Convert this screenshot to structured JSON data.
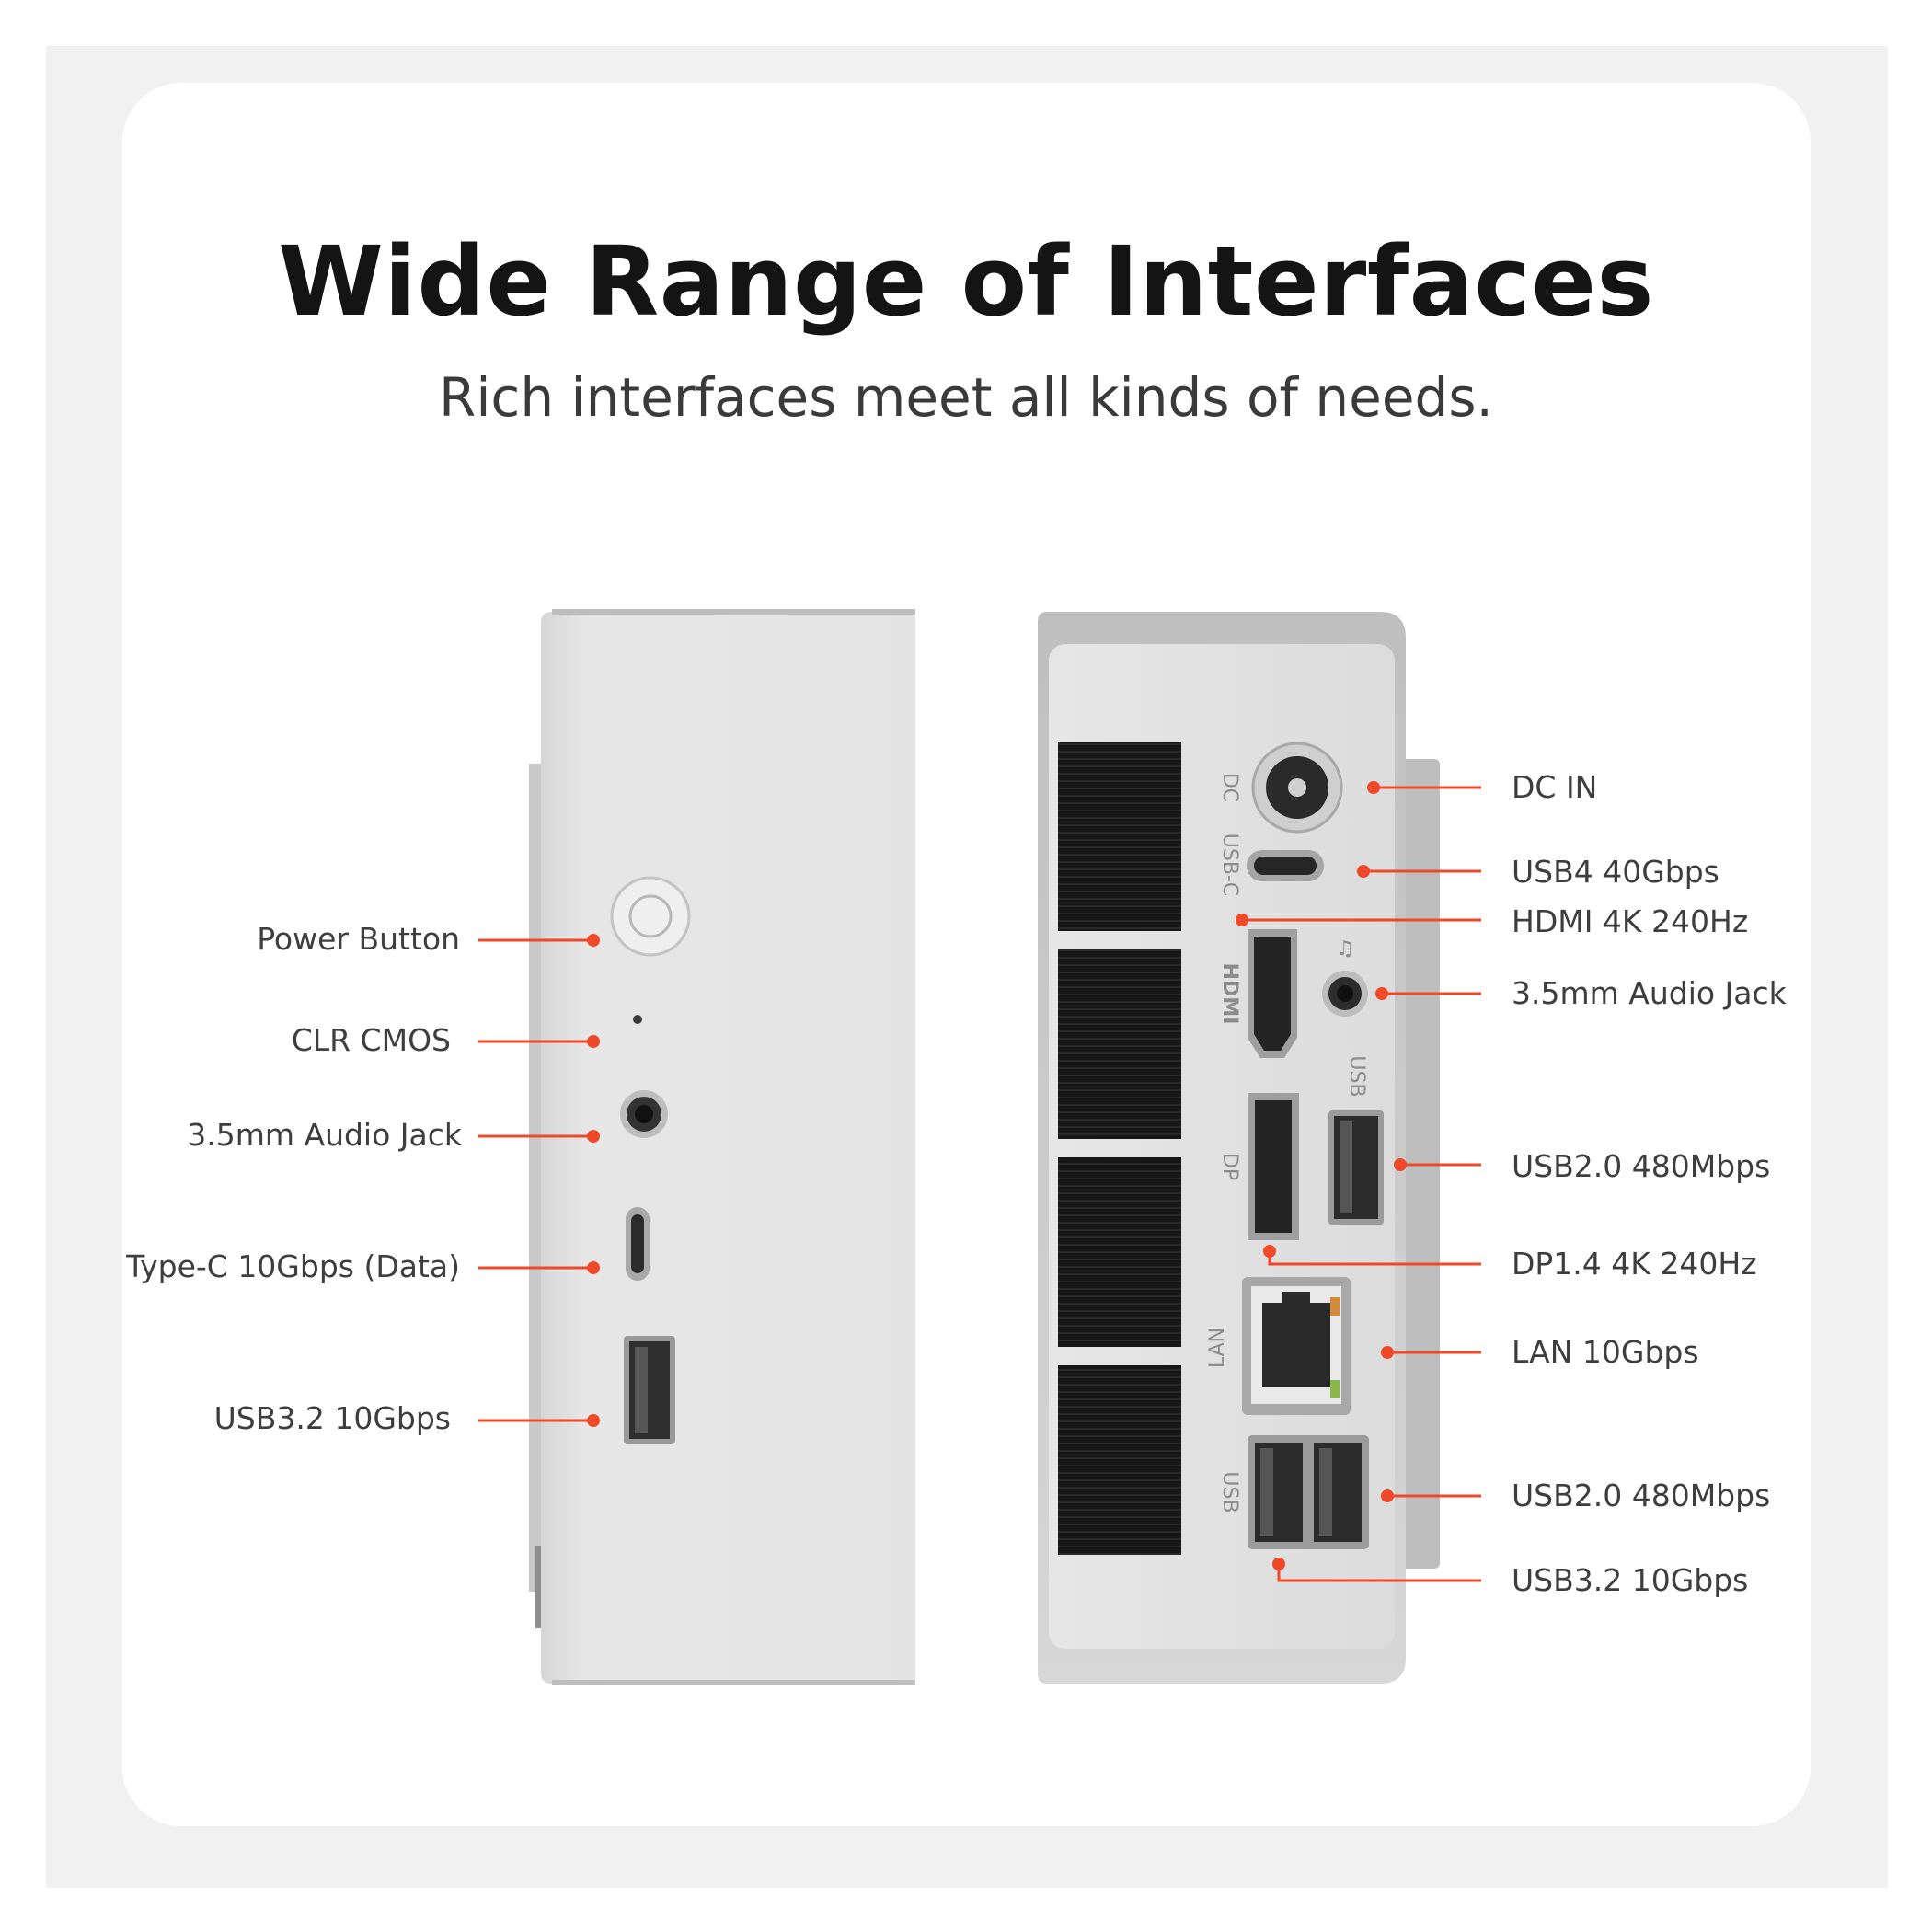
{
  "title": "Wide Range of Interfaces",
  "subtitle": "Rich interfaces meet all kinds of needs.",
  "accent_color": "#f0492a",
  "front": {
    "labels": [
      "Power Button",
      "CLR CMOS",
      "3.5mm Audio Jack",
      "Type-C 10Gbps (Data)",
      "USB3.2 10Gbps"
    ]
  },
  "rear": {
    "labels": [
      "DC IN",
      "USB4 40Gbps",
      "HDMI 4K 240Hz",
      "3.5mm Audio Jack",
      "USB2.0 480Mbps",
      "DP1.4 4K 240Hz",
      "LAN 10Gbps",
      "USB2.0 480Mbps",
      "USB3.2 10Gbps"
    ],
    "printed": {
      "dc": "DC",
      "usbc": "USB-C",
      "hdmi": "HDMI",
      "dp": "DP",
      "usb_top": "USB",
      "lan": "LAN",
      "usb_bottom": "USB"
    }
  }
}
